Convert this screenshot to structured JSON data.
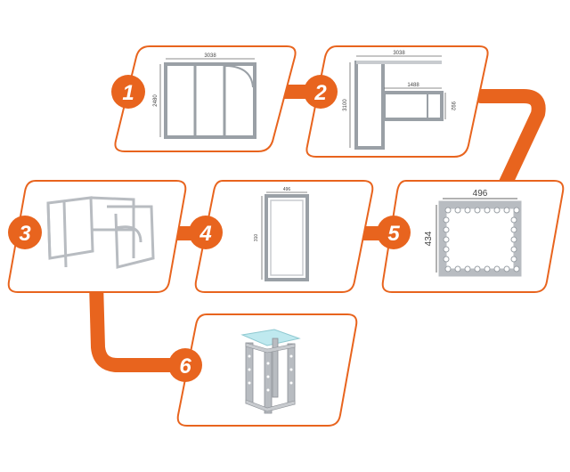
{
  "colors": {
    "accent": "#e8641e",
    "card_border": "#e8641e",
    "frame_fill": "#c8cbcf",
    "frame_stroke": "#8c9096",
    "glass": "#bfe9ef"
  },
  "steps": [
    {
      "number": "1",
      "dims": {
        "width": "3038",
        "height": "2480"
      }
    },
    {
      "number": "2",
      "dims": {
        "width": "3038",
        "height": "3100",
        "inner_width": "1488",
        "inner_height": "992"
      }
    },
    {
      "number": "3",
      "dims": {}
    },
    {
      "number": "4",
      "dims": {
        "width": "496",
        "height": "310"
      }
    },
    {
      "number": "5",
      "dims": {
        "width": "496",
        "height": "434"
      }
    },
    {
      "number": "6",
      "dims": {}
    }
  ]
}
